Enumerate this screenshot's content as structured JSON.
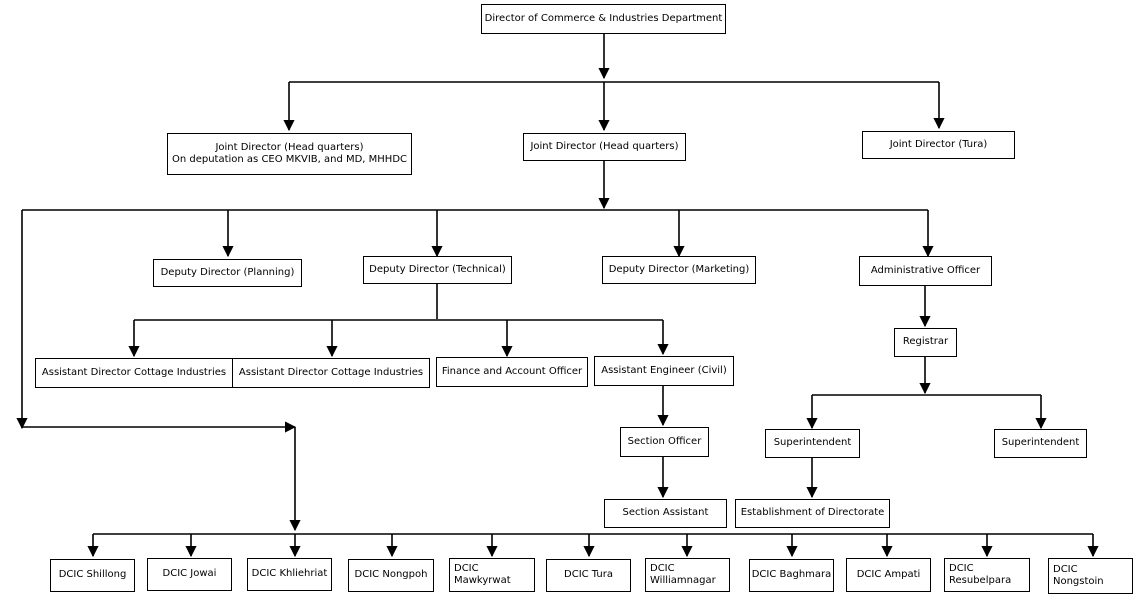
{
  "nodes": {
    "director": "Director of Commerce & Industries Department",
    "jd_hq_deputation": "Joint Director (Head quarters)\nOn deputation as CEO MKVIB, and MD, MHHDC",
    "jd_hq": "Joint Director (Head quarters)",
    "jd_tura": "Joint Director (Tura)",
    "dd_planning": "Deputy Director (Planning)",
    "dd_technical": "Deputy Director (Technical)",
    "dd_marketing": "Deputy Director (Marketing)",
    "admin_officer": "Administrative Officer",
    "ad_cottage_1": "Assistant Director Cottage Industries",
    "ad_cottage_2": "Assistant Director Cottage Industries",
    "finance_officer": "Finance and Account Officer",
    "asst_engineer": "Assistant Engineer (Civil)",
    "registrar": "Registrar",
    "section_officer": "Section Officer",
    "superintendent_1": "Superintendent",
    "superintendent_2": "Superintendent",
    "section_assistant": "Section Assistant",
    "establishment": "Establishment of Directorate",
    "dcic_shillong": "DCIC Shillong",
    "dcic_jowai": "DCIC Jowai",
    "dcic_khliehriat": "DCIC Khliehriat",
    "dcic_nongpoh": "DCIC Nongpoh",
    "dcic_mawkyrwat": "DCIC\nMawkyrwat",
    "dcic_tura": "DCIC Tura",
    "dcic_williamnagar": "DCIC\nWilliamnagar",
    "dcic_baghmara": "DCIC Baghmara",
    "dcic_ampati": "DCIC Ampati",
    "dcic_resubelpara": "DCIC\nResubelpara",
    "dcic_nongstoin": "DCIC\nNongstoin"
  }
}
